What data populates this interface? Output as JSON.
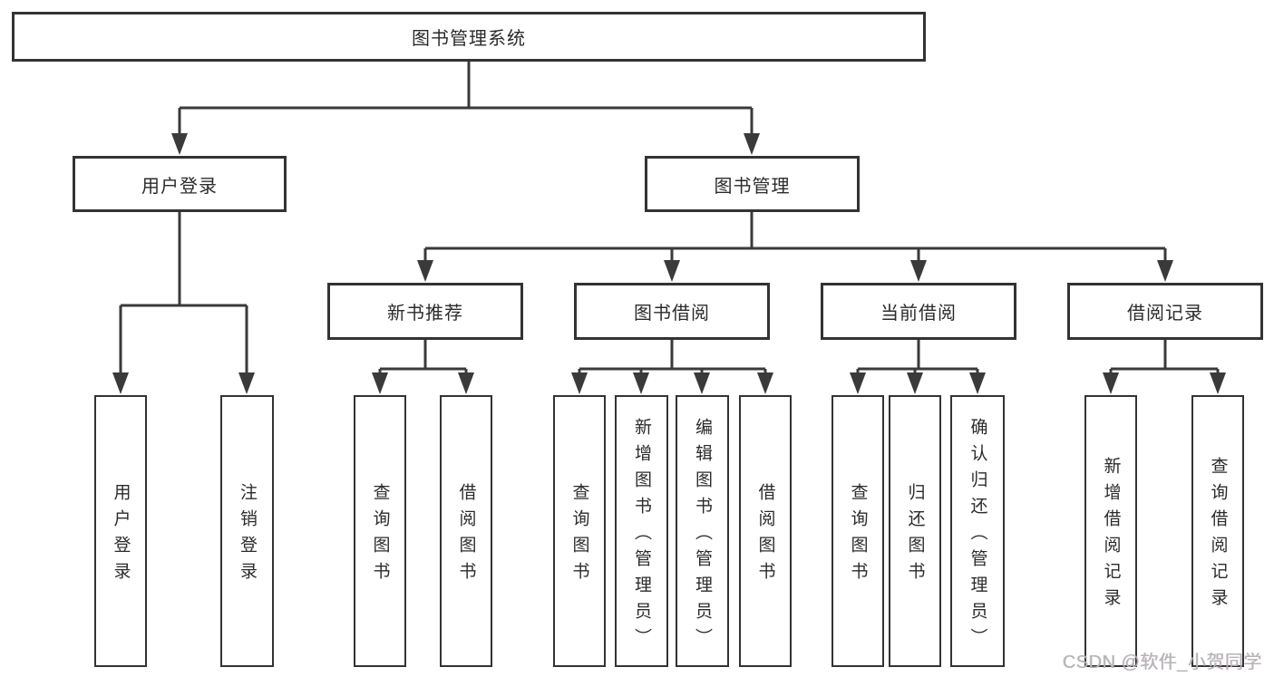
{
  "colors": {
    "line": "#3a3a3a",
    "border": "#333333",
    "text": "#2b2b2b",
    "watermark": "#b5b5b5",
    "background": "#ffffff"
  },
  "nodes": {
    "root": "图书管理系统",
    "user_login": "用户登录",
    "book_mgmt": "图书管理",
    "new_books": "新书推荐",
    "book_borrow": "图书借阅",
    "current_borrow": "当前借阅",
    "borrow_records": "借阅记录",
    "user_login_children": [
      "用户登录",
      "注销登录"
    ],
    "new_books_children": [
      "查询图书",
      "借阅图书"
    ],
    "book_borrow_children": [
      "查询图书",
      "新增图书（管理员）",
      "编辑图书（管理员）",
      "借阅图书"
    ],
    "current_borrow_children": [
      "查询图书",
      "归还图书",
      "确认归还（管理员）"
    ],
    "borrow_records_children": [
      "新增借阅记录",
      "查询借阅记录"
    ]
  },
  "watermark": "CSDN @软件_小贺同学"
}
